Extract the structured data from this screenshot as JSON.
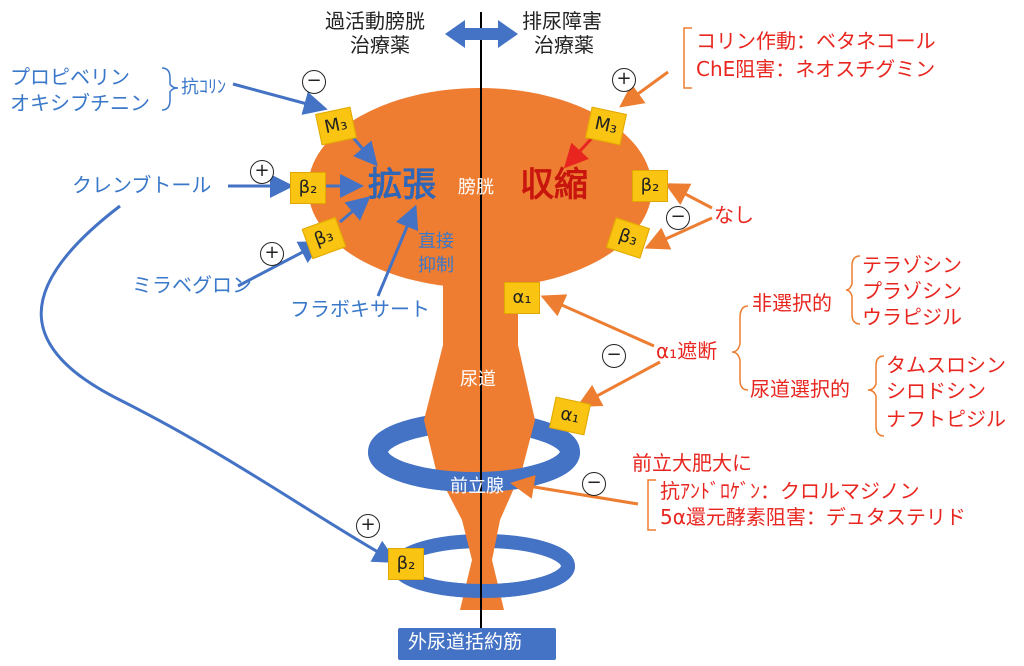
{
  "header": {
    "left_line1": "過活動膀胱",
    "left_line2": "治療薬",
    "right_line1": "排尿障害",
    "right_line2": "治療薬"
  },
  "left": {
    "anticholinergic_drugs": [
      "プロピベリン",
      "オキシブチニン"
    ],
    "anticholinergic_label": "抗ｺﾘﾝ",
    "clenbuterol": "クレンブトール",
    "mirabegron": "ミラベグロン",
    "flavoxate": "フラボキサート",
    "direct_inhibition": [
      "直接",
      "抑制"
    ],
    "dilation": "拡張"
  },
  "right": {
    "cholinergic": "コリン作動：ベタネコール",
    "che_inhibition": "ChE阻害：ネオスチグミン",
    "contraction": "収縮",
    "none": "なし",
    "alpha1_block": "α₁遮断",
    "nonselective_label": "非選択的",
    "nonselective_drugs": [
      "テラゾシン",
      "プラゾシン",
      "ウラピジル"
    ],
    "urethral_selective_label": "尿道選択的",
    "urethral_selective_drugs": [
      "タムスロシン",
      "シロドシン",
      "ナフトピジル"
    ],
    "bph_title": "前立大肥大に",
    "antiandrogen": "抗ｱﾝﾄﾞﾛｹﾞﾝ：クロルマジノン",
    "five_alpha": "5α還元酵素阻害：デュタステリド"
  },
  "anatomy": {
    "bladder": "膀胱",
    "urethra": "尿道",
    "prostate": "前立腺",
    "external_sphincter": "外尿道括約筋"
  },
  "receptors": {
    "m3": "M₃",
    "beta2": "β₂",
    "beta3": "β₃",
    "alpha1": "α₁"
  },
  "signs": {
    "plus": "+",
    "minus": "−"
  },
  "colors": {
    "organ": "#ee7d31",
    "ring": "#4472c4",
    "receptor": "#f9c412",
    "blue_text": "#3a78c9",
    "red_text": "#e8261f"
  }
}
